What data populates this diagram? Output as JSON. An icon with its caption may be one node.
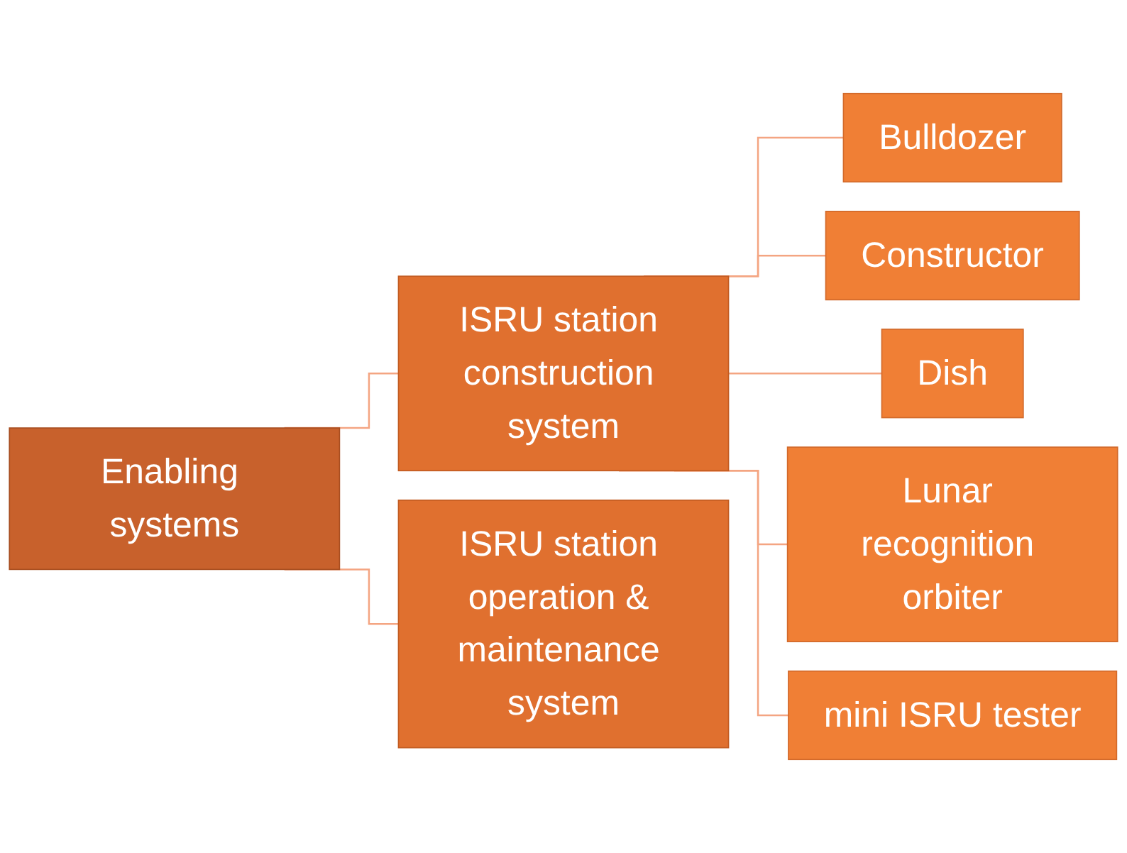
{
  "diagram": {
    "nodes": [
      {
        "text": [
          "Enabling systems"
        ]
      },
      {
        "text": [
          "ISRU station construction system"
        ]
      },
      {
        "text": [
          "ISRU station operation & maintenance system"
        ]
      },
      {
        "text": [
          "Bulldozer"
        ]
      },
      {
        "text": [
          "Constructor"
        ]
      },
      {
        "text": [
          "Dish"
        ]
      },
      {
        "text": [
          "Lunar recognition orbiter"
        ]
      },
      {
        "text": [
          "mini ISRU tester"
        ]
      }
    ],
    "edges": [
      {
        "from": 0,
        "to": 1,
        "arrow": "none"
      },
      {
        "from": 0,
        "to": 2,
        "arrow": "none"
      },
      {
        "from": 1,
        "to": 3,
        "arrow": "none"
      },
      {
        "from": 1,
        "to": 4,
        "arrow": "none"
      },
      {
        "from": 1,
        "to": 5,
        "arrow": "none"
      },
      {
        "from": 1,
        "to": 6,
        "arrow": "none"
      },
      {
        "from": 1,
        "to": 7,
        "arrow": "none"
      }
    ]
  }
}
